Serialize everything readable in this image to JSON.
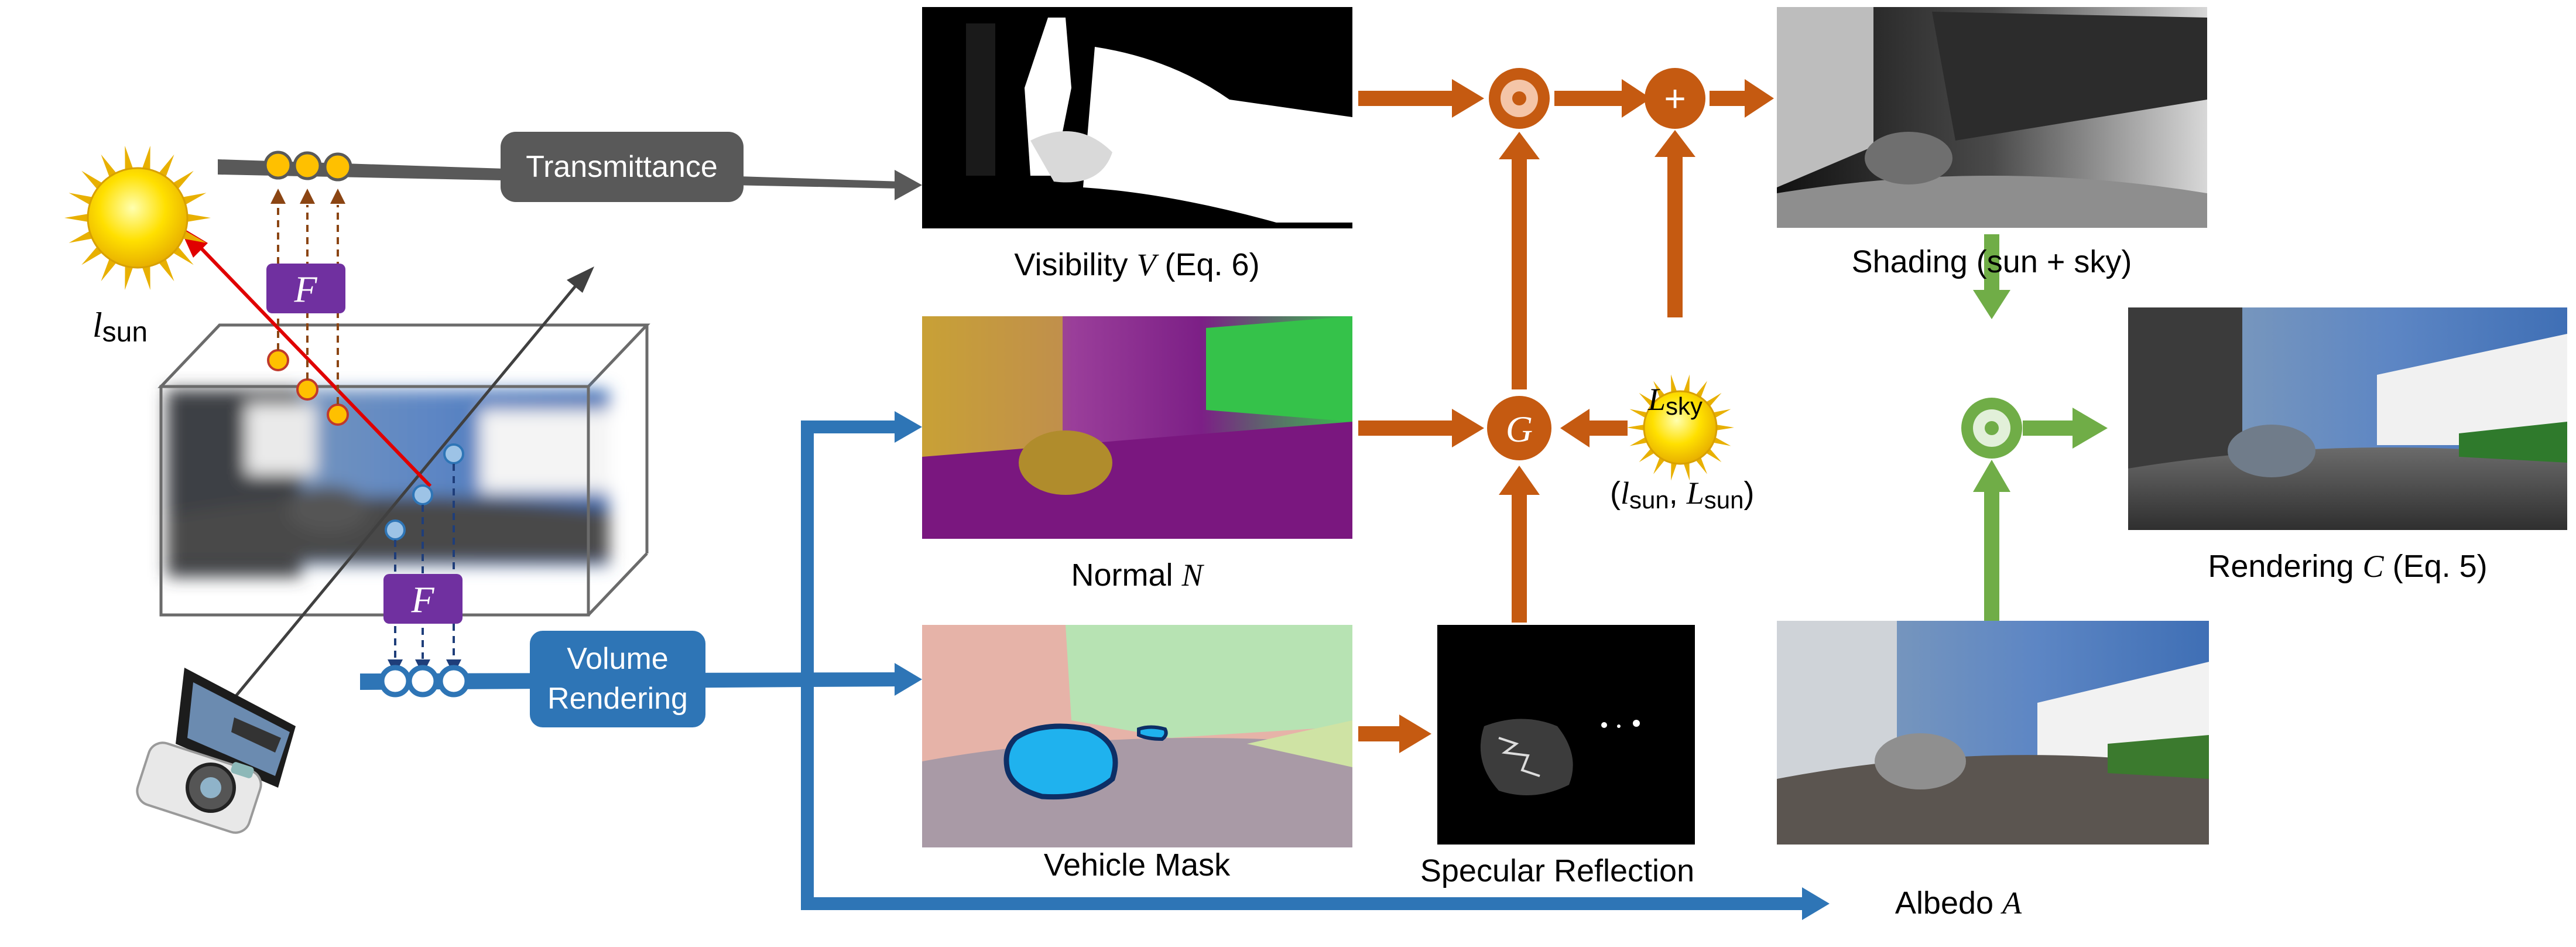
{
  "colors": {
    "orange": "#c55a11",
    "blue": "#2e75b6",
    "green": "#70ad47",
    "gray": "#595959",
    "purple": "#7030a0",
    "yellow": "#ffc000",
    "red": "#e00000"
  },
  "left": {
    "transmittance": "Transmittance",
    "volume_rendering": [
      "Volume",
      "Rendering"
    ],
    "f_symbol": "F",
    "l_sun": {
      "base": "l",
      "sub": "sun"
    }
  },
  "images": {
    "visibility": {
      "text": "Visibility ",
      "var": "V",
      "suffix": " (Eq. 6)"
    },
    "normal": {
      "text": "Normal ",
      "var": "N"
    },
    "vehicle_mask": {
      "text": "Vehicle Mask"
    },
    "specular": {
      "text": "Specular Reflection"
    },
    "shading": {
      "text": "Shading (sun + sky)"
    },
    "rendering": {
      "text": "Rendering ",
      "var": "C",
      "suffix": " (Eq. 5)"
    },
    "albedo": {
      "text": "Albedo ",
      "var": "A"
    }
  },
  "operators": {
    "g": "G",
    "plus": "+"
  },
  "sky": {
    "base": "L",
    "sub": "sky"
  },
  "sun_params": {
    "open": "(",
    "l": "l",
    "l_sub": "sun",
    "comma": ", ",
    "L": "L",
    "L_sub": "sun",
    "close": ")"
  }
}
